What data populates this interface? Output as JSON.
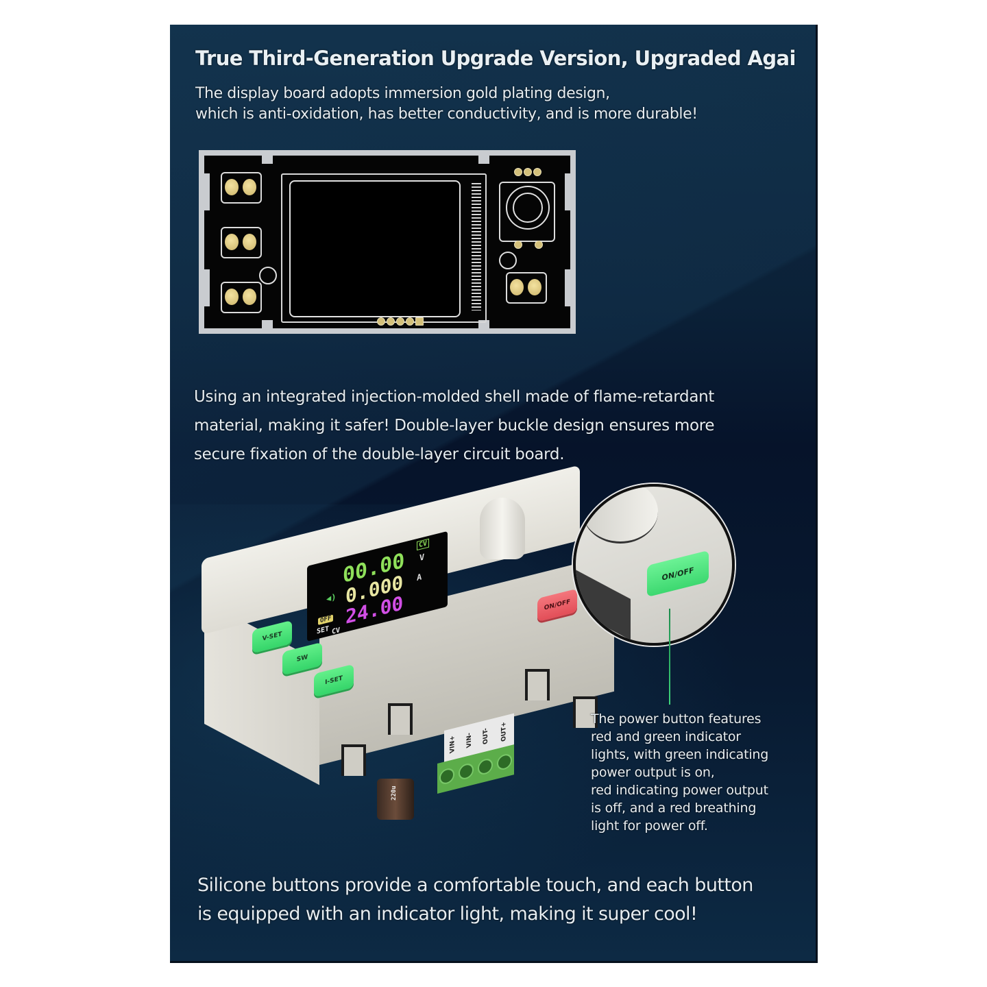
{
  "colors": {
    "background": "#0b2138",
    "text": "#e6edf2",
    "button_green": "#46e07a",
    "button_red": "#e85a63",
    "seg_green": "#8fe05a",
    "seg_yellow": "#e8e6a2",
    "seg_magenta": "#d24fe6",
    "terminal_green": "#5cad4a"
  },
  "section1": {
    "headline": "True Third-Generation Upgrade Version, Upgraded Agai",
    "description_lines": [
      "The display board adopts immersion gold plating design,",
      "which is anti-oxidation, has better conductivity, and is more durable!"
    ]
  },
  "section2": {
    "description_lines": [
      "Using an integrated injection-molded shell made of flame-retardant",
      "material, making it safer! Double-layer buckle design ensures more",
      "secure fixation of the double-layer circuit board."
    ]
  },
  "device": {
    "buttons": {
      "v_set": "V-SET",
      "sw": "SW",
      "i_set": "I-SET",
      "on_off": "ON/OFF"
    },
    "display": {
      "voltage": "00.00",
      "voltage_unit": "V",
      "status_badge": "CV",
      "current": "0.000",
      "current_unit": "A",
      "output_badge": "OFF",
      "set_label": "SET",
      "mode_label": "CV",
      "set_value": "24.00"
    },
    "terminals": [
      "VIN+",
      "VIN-",
      "OUT-",
      "OUT+"
    ],
    "capacitor_label": "220u"
  },
  "magnifier": {
    "button_label": "ON/OFF"
  },
  "callout": {
    "lines": [
      "The power button features",
      "red and green indicator",
      "lights, with green indicating",
      "power output is on,",
      "red indicating power output",
      "is off, and a red breathing",
      "light for power off."
    ]
  },
  "footer": {
    "lines": [
      "Silicone buttons provide a comfortable touch, and each button",
      " is equipped with an indicator light, making it super cool!"
    ]
  }
}
